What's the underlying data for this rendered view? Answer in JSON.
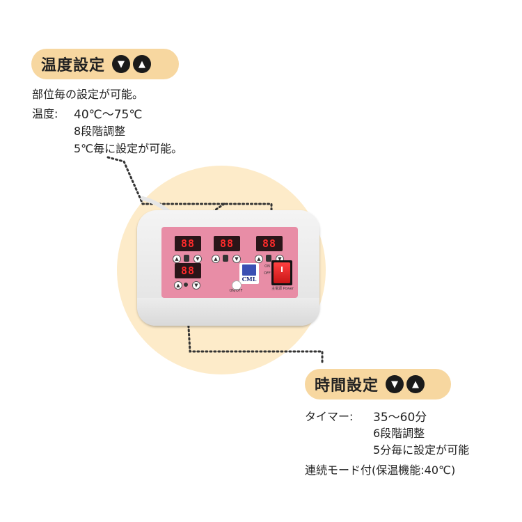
{
  "temp": {
    "title": "温度設定",
    "down_glyph": "▼",
    "up_glyph": "▲",
    "line1": "部位毎の設定が可能。",
    "label": "温度:",
    "range": "40℃～75℃",
    "steps": "8段階調整",
    "increment": "5℃毎に設定が可能。"
  },
  "time": {
    "title": "時間設定",
    "down_glyph": "▼",
    "up_glyph": "▲",
    "label": "タイマー:",
    "range": "35～60分",
    "steps": "6段階調整",
    "increment": "5分毎に設定が可能",
    "continuous": "連続モード付(保温機能:40℃)"
  },
  "device": {
    "displays": [
      "88",
      "88",
      "88",
      "88"
    ],
    "brand": "CML",
    "power_label": "主電源 Power",
    "switch_on": "ON",
    "switch_off": "OFF",
    "onoff_label": "ON/OFF",
    "body_color": "#e88da6",
    "accent": "#d61f2b"
  },
  "colors": {
    "pill": "#f7d7a0",
    "halo": "#fdebc9"
  }
}
